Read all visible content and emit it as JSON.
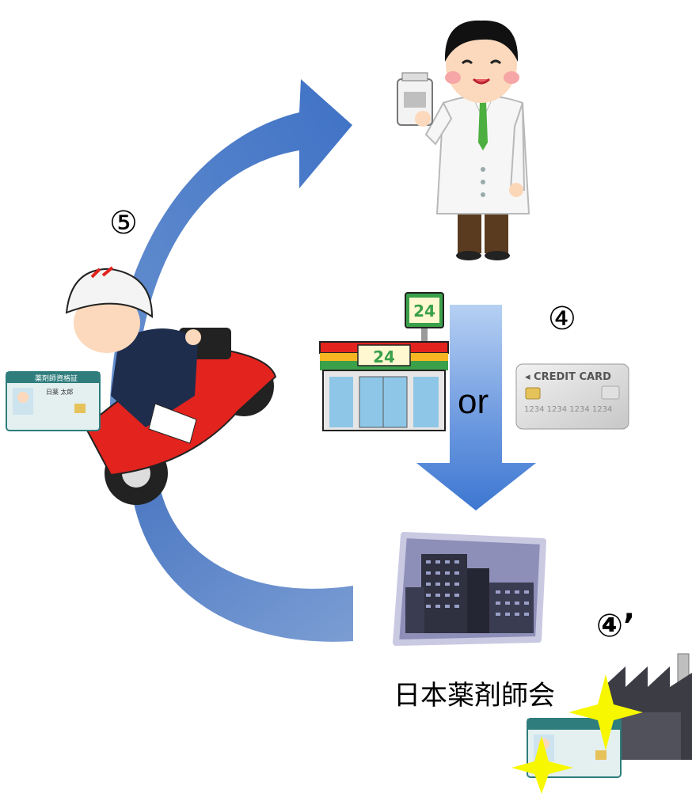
{
  "labels": {
    "step5": "⑤",
    "step4": "④",
    "step4_prime": "④’",
    "or": "or",
    "association": "日本薬剤師会"
  },
  "convenience_store": {
    "sign_number": "24",
    "awning_number": "24"
  },
  "credit_card": {
    "title": "◂ CREDIT CARD",
    "number": "1234  1234  1234  1234"
  },
  "license_card": {
    "header": "薬剤師資格証",
    "name": "日薬 太郎"
  },
  "colors": {
    "arrow_blue": "#3f7fd1",
    "arrow_blue_light": "#a9c4ee",
    "scooter_red": "#e2231e",
    "store_green": "#3aa04a",
    "sparkle_yellow": "#f7f700"
  }
}
